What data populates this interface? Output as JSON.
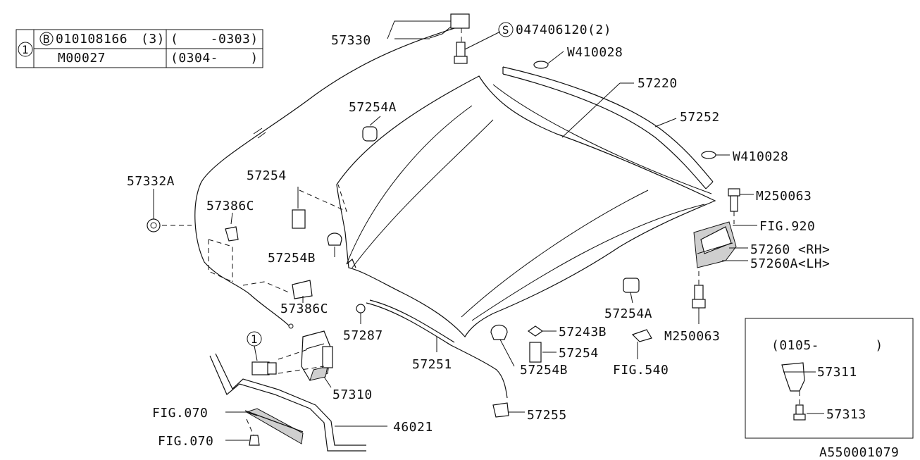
{
  "legend": {
    "marker": "1",
    "rows": [
      {
        "part": "010108166",
        "qty": "(3)",
        "range": "(    -0303)",
        "prefix": "B"
      },
      {
        "part": "M00027",
        "qty": "",
        "range": "(0304-    )",
        "prefix": ""
      }
    ]
  },
  "callouts": {
    "p57330": "57330",
    "p047406120": "047406120(2)",
    "w410028_top": "W410028",
    "p57220": "57220",
    "p57252": "57252",
    "w410028_right": "W410028",
    "m250063_top": "M250063",
    "fig920": "FIG.920",
    "p57260": "57260 <RH>",
    "p57260a": "57260A<LH>",
    "p57254a_top": "57254A",
    "p57332a": "57332A",
    "p57254": "57254",
    "p57386c_top": "57386C",
    "p57254b_left": "57254B",
    "p57386c_bottom": "57386C",
    "p57287": "57287",
    "p57251": "57251",
    "p57310": "57310",
    "p57254a_right": "57254A",
    "p57243b": "57243B",
    "p57254_bottom": "57254",
    "p57254b_bottom": "57254B",
    "fig540": "FIG.540",
    "m250063_bottom": "M250063",
    "p57255": "57255",
    "fig070_top": "FIG.070",
    "fig070_bottom": "FIG.070",
    "p46021": "46021",
    "marker_1": "1"
  },
  "inset": {
    "range": "(0105-       )",
    "p57311": "57311",
    "p57313": "57313"
  },
  "diagram_id": "A550001079"
}
